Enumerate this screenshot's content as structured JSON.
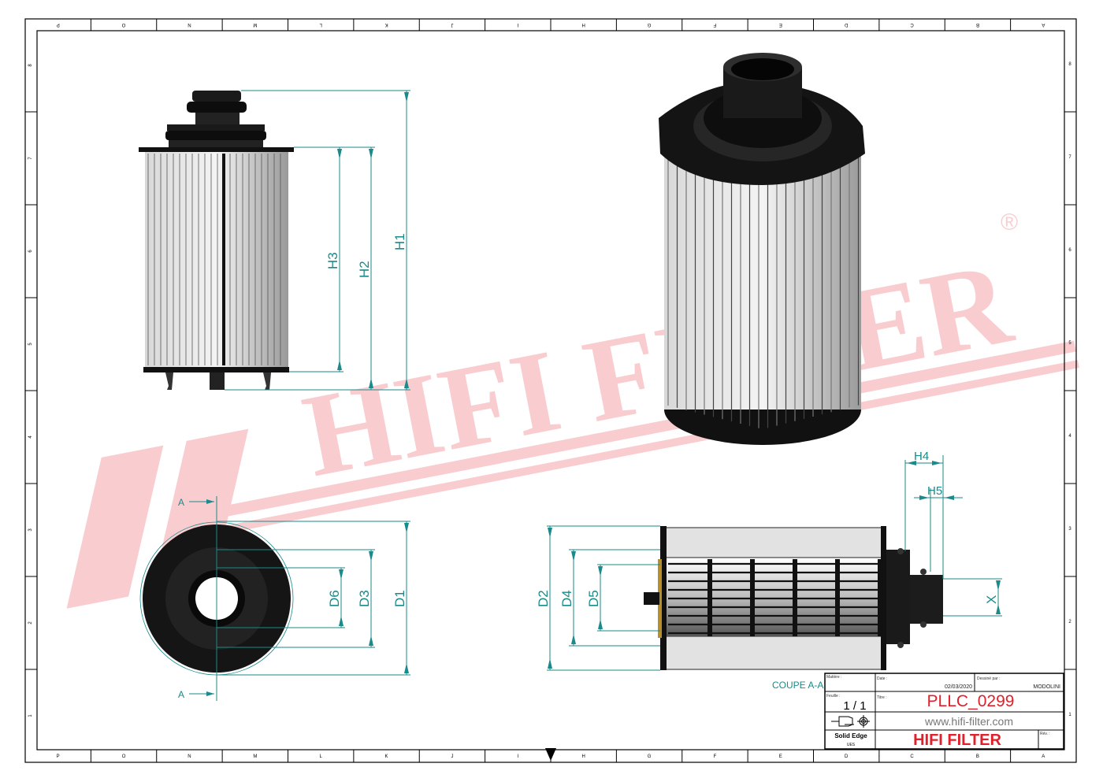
{
  "sheet": {
    "column_letters": [
      "P",
      "O",
      "N",
      "M",
      "L",
      "K",
      "J",
      "I",
      "H",
      "G",
      "F",
      "E",
      "D",
      "C",
      "B",
      "A"
    ],
    "row_numbers": [
      "8",
      "7",
      "6",
      "5",
      "4",
      "3",
      "2",
      "1"
    ]
  },
  "watermark": {
    "text": "HIFI FILTER",
    "registered": "®",
    "color": "#f5b5b8"
  },
  "dimensions": {
    "side_view": [
      "H1",
      "H2",
      "H3"
    ],
    "bottom_view": [
      "D1",
      "D3",
      "D6"
    ],
    "section_view": [
      "D2",
      "D4",
      "D5",
      "H4",
      "H5",
      "X"
    ],
    "section_marker": "A",
    "section_caption": "COUPE A-A"
  },
  "title_block": {
    "material_label": "Matière :",
    "date_label": "Date :",
    "date": "02/03/2020",
    "drawn_by_label": "Dessiné par :",
    "drawn_by": "MODOLINI",
    "sheet_label": "Feuille :",
    "sheet": "1 / 1",
    "title_label": "Titre :",
    "title": "PLLC_0299",
    "website": "www.hifi-filter.com",
    "software": "Solid Edge",
    "software_sub": "UES",
    "company": "HIFI FILTER",
    "rev_label": "Rév. :"
  },
  "colors": {
    "dimension": "#1a8a8a",
    "title_red": "#e0202a"
  }
}
